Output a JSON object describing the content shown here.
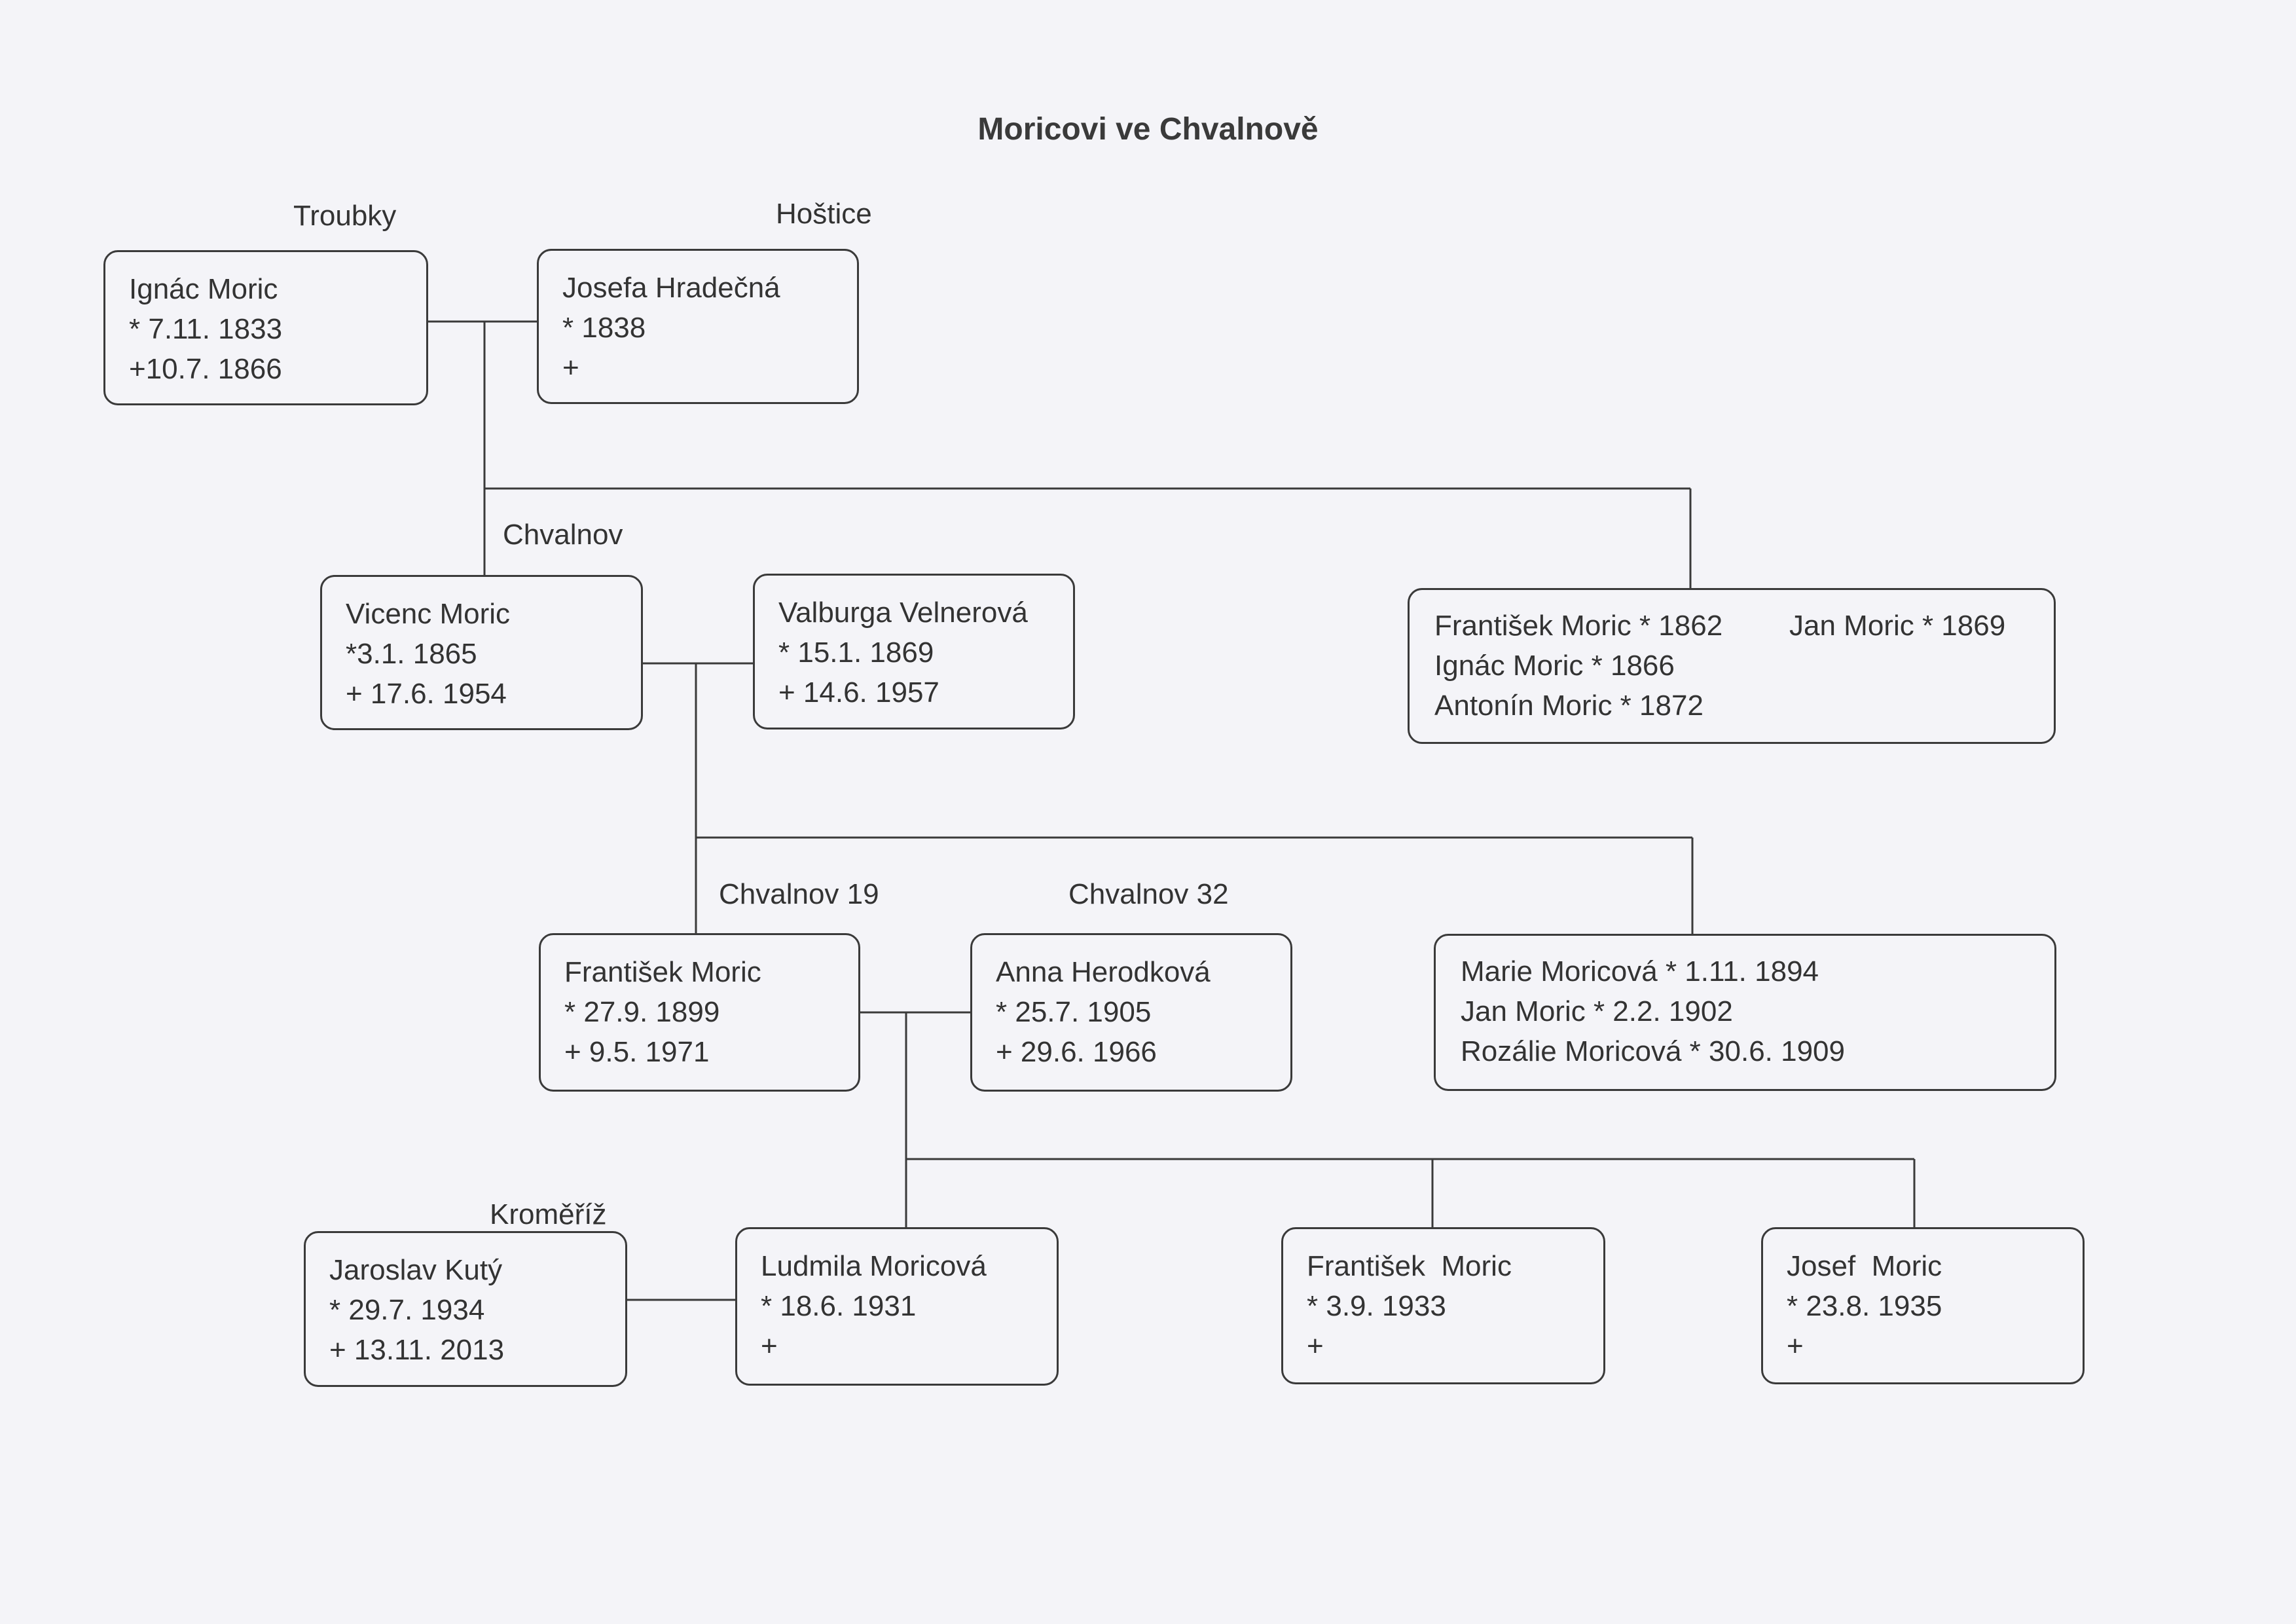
{
  "title": "Moricovi ve Chvalnově",
  "places": {
    "troubky": "Troubky",
    "hostice": "Hoštice",
    "chvalnov": "Chvalnov",
    "chvalnov19": "Chvalnov 19",
    "chvalnov32": "Chvalnov 32",
    "kromeriz": "Kroměříž"
  },
  "persons": {
    "ignac": {
      "name": "Ignác Moric",
      "birth": "* 7.11. 1833",
      "death": "+10.7. 1866"
    },
    "josefa": {
      "name": "Josefa Hradečná",
      "birth": "* 1838",
      "death": "+"
    },
    "vicenc": {
      "name": "Vicenc Moric",
      "birth": "*3.1. 1865",
      "death": "+ 17.6. 1954"
    },
    "valburga": {
      "name": "Valburga Velnerová",
      "birth": "* 15.1. 1869",
      "death": "+ 14.6. 1957"
    },
    "frantisek1899": {
      "name": "František Moric",
      "birth": "* 27.9. 1899",
      "death": "+ 9.5. 1971"
    },
    "anna": {
      "name": "Anna Herodková",
      "birth": "* 25.7. 1905",
      "death": "+ 29.6. 1966"
    },
    "jaroslav": {
      "name": "Jaroslav Kutý",
      "birth": "* 29.7. 1934",
      "death": "+ 13.11. 2013"
    },
    "ludmila": {
      "name": "Ludmila Moricová",
      "birth": "* 18.6. 1931",
      "death": "+"
    },
    "frantisek1933": {
      "name": "František  Moric",
      "birth": "* 3.9. 1933",
      "death": "+"
    },
    "josef": {
      "name": "Josef  Moric",
      "birth": "* 23.8. 1935",
      "death": "+"
    }
  },
  "siblings1": {
    "l1": "František Moric * 1862",
    "l2": "Ignác Moric * 1866",
    "l3": "Antonín Moric * 1872",
    "l4": "Jan Moric * 1869"
  },
  "siblings2": {
    "l1": "Marie Moricová * 1.11. 1894",
    "l2": "Jan Moric * 2.2. 1902",
    "l3": "Rozálie Moricová * 30.6. 1909"
  }
}
